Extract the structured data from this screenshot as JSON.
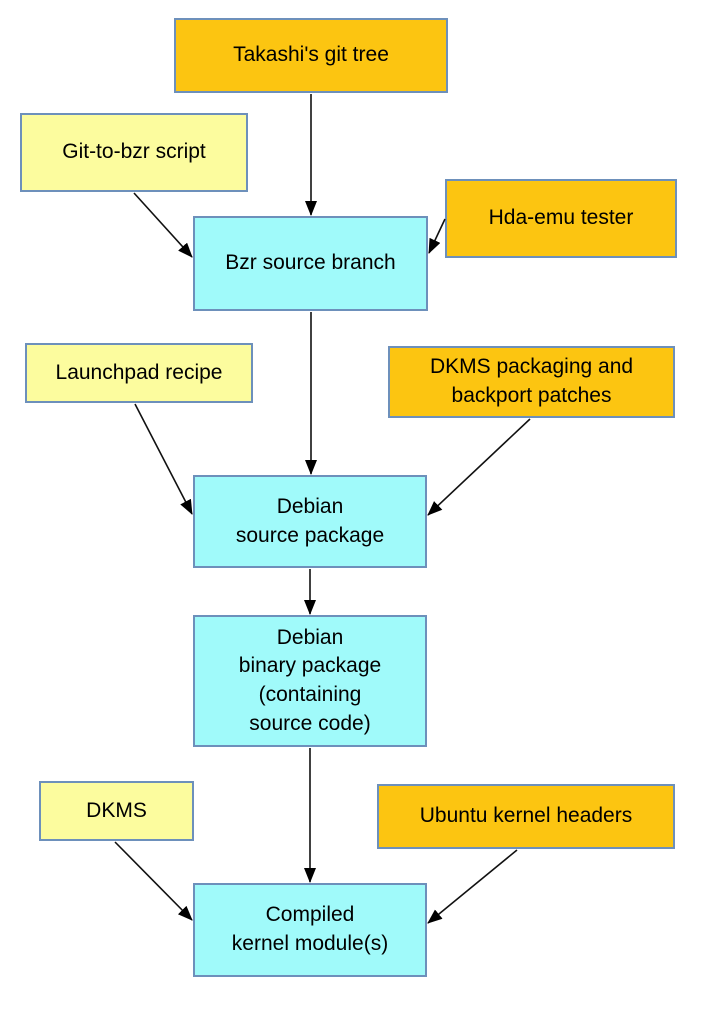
{
  "diagram": {
    "background_color": "#ffffff",
    "colors": {
      "gold_box": "#fcc511",
      "pale_yellow_box": "#fcfc9e",
      "cyan_box": "#a0fafa",
      "box_border": "#6d90bb",
      "arrow": "#111111",
      "text": "#000000"
    },
    "nodes": [
      {
        "id": "takashi-git-tree",
        "label": "Takashi's git tree",
        "type": "gold"
      },
      {
        "id": "git-to-bzr-script",
        "label": "Git-to-bzr script",
        "type": "pale"
      },
      {
        "id": "hda-emu-tester",
        "label": "Hda-emu tester",
        "type": "gold"
      },
      {
        "id": "bzr-source-branch",
        "label": "Bzr source branch",
        "type": "cyan"
      },
      {
        "id": "launchpad-recipe",
        "label": "Launchpad recipe",
        "type": "pale"
      },
      {
        "id": "dkms-packaging-and-backport-patches",
        "label": "DKMS packaging and\nbackport patches",
        "type": "gold"
      },
      {
        "id": "debian-source-package",
        "label": "Debian\nsource package",
        "type": "cyan"
      },
      {
        "id": "debian-binary-package",
        "label": "Debian\nbinary package\n(containing\nsource code)",
        "type": "cyan"
      },
      {
        "id": "dkms",
        "label": "DKMS",
        "type": "pale"
      },
      {
        "id": "ubuntu-kernel-headers",
        "label": "Ubuntu kernel headers",
        "type": "gold"
      },
      {
        "id": "compiled-kernel-modules",
        "label": "Compiled\nkernel module(s)",
        "type": "cyan"
      }
    ],
    "edges": [
      {
        "from": "takashi-git-tree",
        "to": "bzr-source-branch"
      },
      {
        "from": "git-to-bzr-script",
        "to": "bzr-source-branch"
      },
      {
        "from": "hda-emu-tester",
        "to": "bzr-source-branch"
      },
      {
        "from": "bzr-source-branch",
        "to": "debian-source-package"
      },
      {
        "from": "launchpad-recipe",
        "to": "debian-source-package"
      },
      {
        "from": "dkms-packaging-and-backport-patches",
        "to": "debian-source-package"
      },
      {
        "from": "debian-source-package",
        "to": "debian-binary-package"
      },
      {
        "from": "debian-binary-package",
        "to": "compiled-kernel-modules"
      },
      {
        "from": "dkms",
        "to": "compiled-kernel-modules"
      },
      {
        "from": "ubuntu-kernel-headers",
        "to": "compiled-kernel-modules"
      }
    ]
  }
}
